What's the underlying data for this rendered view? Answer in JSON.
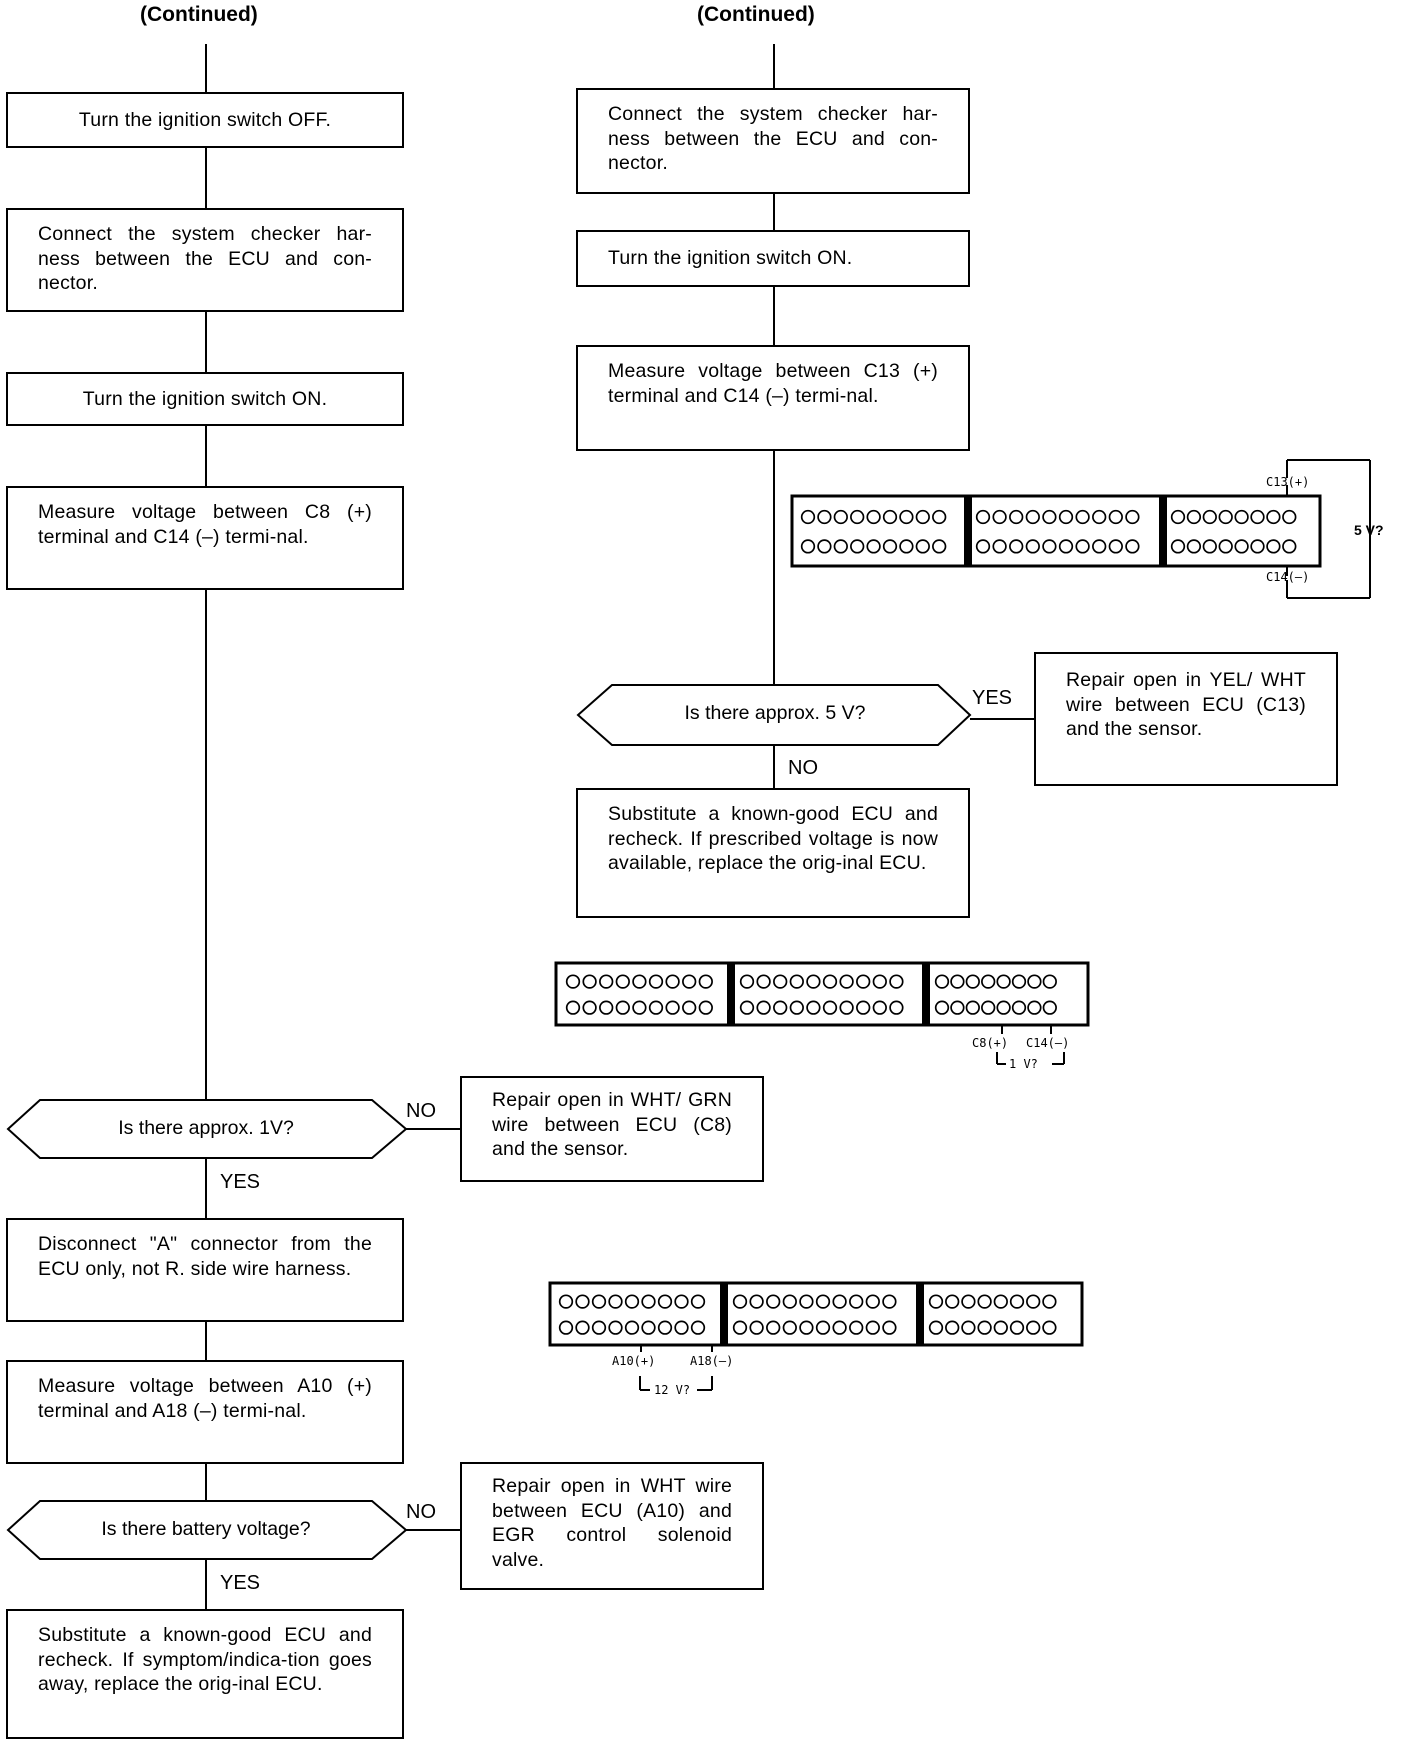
{
  "left": {
    "header": "(Continued)",
    "steps": [
      "Turn the ignition switch OFF.",
      "Connect the system checker har-ness between the ECU and con-nector.",
      "Turn the ignition switch ON.",
      "Measure voltage between C8 (+) terminal and C14 (–) termi-nal."
    ],
    "decision1": {
      "question": "Is there approx. 1V?",
      "no_label": "NO",
      "yes_label": "YES",
      "no_action": "Repair open in WHT/ GRN wire between ECU (C8) and the sensor."
    },
    "steps2": [
      "Disconnect \"A\" connector from the ECU only, not R. side wire harness.",
      "Measure voltage between A10 (+) terminal and A18 (–) termi-nal."
    ],
    "decision2": {
      "question": "Is there battery voltage?",
      "no_label": "NO",
      "yes_label": "YES",
      "no_action": "Repair open in WHT wire between ECU (A10) and EGR control solenoid valve."
    },
    "final": "Substitute a known-good ECU and recheck. If symptom/indica-tion goes away, replace the orig-inal ECU."
  },
  "right": {
    "header": "(Continued)",
    "steps": [
      "Connect the system checker har-ness between the ECU and con-nector.",
      "Turn the ignition switch ON.",
      "Measure voltage between C13 (+) terminal and C14 (–) termi-nal."
    ],
    "decision": {
      "question": "Is there approx. 5 V?",
      "yes_label": "YES",
      "no_label": "NO",
      "yes_action": "Repair open in YEL/ WHT wire between ECU (C13) and the sensor."
    },
    "final": "Substitute a known-good ECU and recheck. If prescribed voltage is now available, replace the orig-inal ECU."
  },
  "connectors": {
    "c1": {
      "pin_a": "C13(+)",
      "pin_b": "C14(–)",
      "voltage": "5 V?"
    },
    "c2": {
      "pin_a": "C8(+)",
      "pin_b": "C14(–)",
      "voltage": "1 V?"
    },
    "c3": {
      "pin_a": "A10(+)",
      "pin_b": "A18(–)",
      "voltage": "12 V?"
    }
  }
}
